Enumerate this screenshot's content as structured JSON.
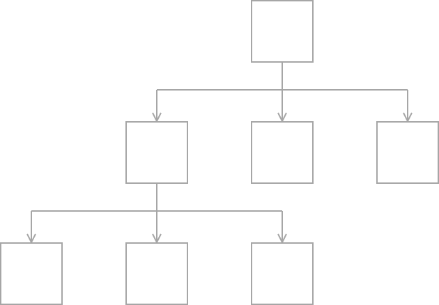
{
  "diagram": {
    "type": "tree",
    "stroke_color": "#a6a6a6",
    "background_color": "#ffffff",
    "nodes": [
      {
        "id": "root",
        "label": ""
      },
      {
        "id": "child-1",
        "label": ""
      },
      {
        "id": "child-2",
        "label": ""
      },
      {
        "id": "child-3",
        "label": ""
      },
      {
        "id": "grandchild-1",
        "label": ""
      },
      {
        "id": "grandchild-2",
        "label": ""
      },
      {
        "id": "grandchild-3",
        "label": ""
      }
    ],
    "edges": [
      {
        "from": "root",
        "to": "child-1"
      },
      {
        "from": "root",
        "to": "child-2"
      },
      {
        "from": "root",
        "to": "child-3"
      },
      {
        "from": "child-1",
        "to": "grandchild-1"
      },
      {
        "from": "child-1",
        "to": "grandchild-2"
      },
      {
        "from": "child-1",
        "to": "grandchild-3"
      }
    ]
  }
}
